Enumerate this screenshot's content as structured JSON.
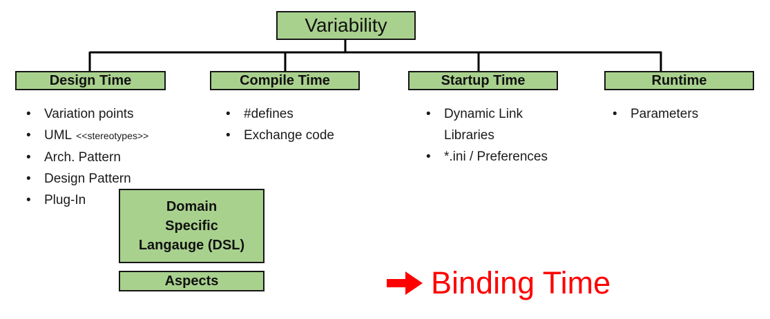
{
  "bullet": "•",
  "root": {
    "label": "Variability"
  },
  "columns": [
    {
      "header": "Design Time",
      "items": [
        {
          "main": "Variation points",
          "small": ""
        },
        {
          "main": "UML",
          "small": "<<stereotypes>>"
        },
        {
          "main": "Arch. Pattern",
          "small": ""
        },
        {
          "main": "Design Pattern",
          "small": ""
        },
        {
          "main": "Plug-In",
          "small": ""
        }
      ]
    },
    {
      "header": "Compile Time",
      "items": [
        {
          "main": "#defines"
        },
        {
          "main": "Exchange code"
        }
      ]
    },
    {
      "header": "Startup Time",
      "items": [
        {
          "main": "Dynamic Link Libraries"
        },
        {
          "main": "*.ini / Preferences"
        }
      ]
    },
    {
      "header": "Runtime",
      "items": [
        {
          "main": "Parameters"
        }
      ]
    }
  ],
  "dsl_box": {
    "line1": "Domain",
    "line2": "Specific",
    "line3": "Langauge (DSL)"
  },
  "aspects_box": {
    "label": "Aspects"
  },
  "footer": {
    "arrow_icon": "right-arrow",
    "label": "Binding Time"
  },
  "colors": {
    "box_fill": "#a9d18e",
    "box_border": "#151515",
    "connector": "#000000",
    "binding_red": "#ff0000",
    "background": "#ffffff"
  }
}
